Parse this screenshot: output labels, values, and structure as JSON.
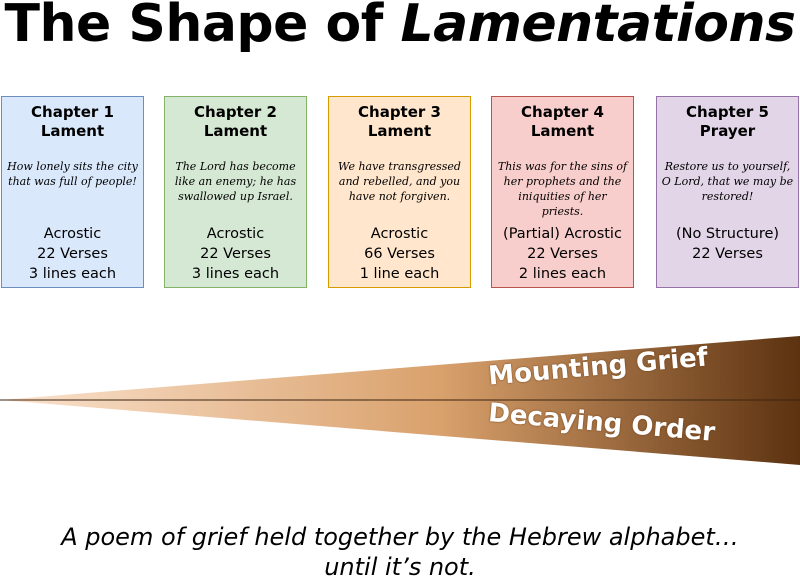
{
  "title": {
    "main": "The Shape of ",
    "emph": "Lamentations"
  },
  "chapters": [
    {
      "heading": "Chapter 1",
      "type": "Lament",
      "quote": "How lonely sits the city that was full of people!",
      "facts": [
        "Acrostic",
        "22 Verses",
        "3 lines each"
      ],
      "bg": "#dae8fc",
      "border": "#6c8ebf"
    },
    {
      "heading": "Chapter 2",
      "type": "Lament",
      "quote": "The Lord has become like an enemy; he has swallowed up Israel.",
      "facts": [
        "Acrostic",
        "22 Verses",
        "3 lines each"
      ],
      "bg": "#d5e8d4",
      "border": "#82b366"
    },
    {
      "heading": "Chapter 3",
      "type": "Lament",
      "quote": "We have transgressed and rebelled, and you have not forgiven.",
      "facts": [
        "Acrostic",
        "66 Verses",
        "1 line each"
      ],
      "bg": "#ffe6cc",
      "border": "#d79b00"
    },
    {
      "heading": "Chapter 4",
      "type": "Lament",
      "quote": "This was for the sins of her prophets and the iniquities of her priests.",
      "facts": [
        "(Partial) Acrostic",
        "22 Verses",
        "2 lines each"
      ],
      "bg": "#f8cecc",
      "border": "#b85450"
    },
    {
      "heading": "Chapter 5",
      "type": "Prayer",
      "quote": "Restore us to yourself, O Lord, that we may be restored!",
      "facts": [
        "(No Structure)",
        "22 Verses",
        ""
      ],
      "bg": "#e1d5e7",
      "border": "#9673a6"
    }
  ],
  "wedge": {
    "top_label": "Mounting Grief",
    "bottom_label": "Decaying Order",
    "color_light": "#fbe3cf",
    "color_dark": "#5c3210"
  },
  "footer": {
    "line1": "A poem of grief held together by the Hebrew alphabet…",
    "line2": "until it’s not."
  }
}
